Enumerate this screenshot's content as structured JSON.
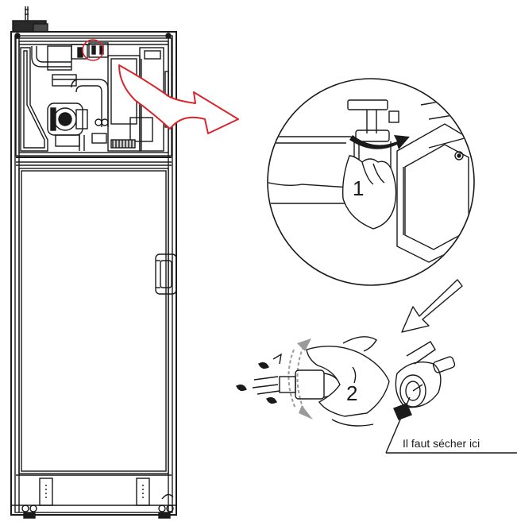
{
  "labels": {
    "step1": "1",
    "step2": "2",
    "caption": "Il faut sécher ici"
  },
  "colors": {
    "line": "#1a1a1a",
    "accent": "#d8262e",
    "fill_gray": "#9a9a9a",
    "background": "#ffffff"
  }
}
